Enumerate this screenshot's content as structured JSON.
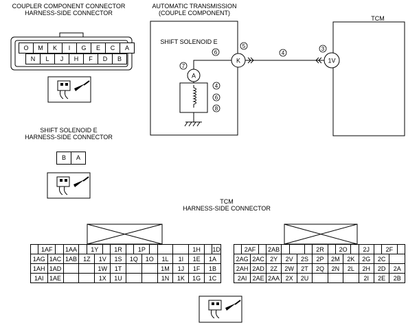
{
  "labels": {
    "coupler_title_line1": "COUPLER COMPONENT CONNECTOR",
    "coupler_title_line2": "HARNESS-SIDE CONNECTOR",
    "at_title_line1": "AUTOMATIC TRANSMISSION",
    "at_title_line2": "(COUPLE COMPONENT)",
    "shift_solenoid_label": "SHIFT SOLENOID E",
    "tcm_label": "TCM",
    "shift_conn_title_line1": "SHIFT SOLENOID E",
    "shift_conn_title_line2": "HARNESS-SIDE CONNECTOR",
    "tcm_conn_title_line1": "TCM",
    "tcm_conn_title_line2": "HARNESS-SIDE CONNECTOR"
  },
  "coupler_pins": {
    "top": [
      "O",
      "M",
      "K",
      "I",
      "G",
      "E",
      "C",
      "A"
    ],
    "bottom": [
      "N",
      "L",
      "J",
      "H",
      "F",
      "D",
      "B"
    ]
  },
  "shift_pins": [
    "B",
    "A"
  ],
  "schematic": {
    "terminal_a": "A",
    "terminal_k": "K",
    "terminal_1v": "1V",
    "num_7": "7",
    "num_6_top": "6",
    "num_5": "5",
    "num_4_wire": "4",
    "num_3": "3",
    "num_4_coil": "4",
    "num_6_coil": "6",
    "num_8": "8"
  },
  "tcm_left": [
    [
      "",
      "1AF",
      "",
      "1AA",
      "",
      "1Y",
      "",
      "1R",
      "",
      "1P",
      "",
      "",
      "",
      "1H",
      "",
      "1D"
    ],
    [
      "1AG",
      "1AC",
      "1AB",
      "1Z",
      "1V",
      "1S",
      "1Q",
      "1O",
      "1L",
      "1I",
      "1E",
      "1A"
    ],
    [
      "1AH",
      "1AD",
      "",
      "",
      "1W",
      "1T",
      "",
      "",
      "1M",
      "1J",
      "1F",
      "1B"
    ],
    [
      "1AI",
      "1AE",
      "",
      "",
      "1X",
      "1U",
      "",
      "",
      "1N",
      "1K",
      "1G",
      "1C"
    ]
  ],
  "tcm_right": [
    [
      "",
      "2AF",
      "",
      "2AB",
      "",
      "",
      "",
      "2R",
      "",
      "2O",
      "",
      "2J",
      "",
      "2F",
      "",
      ""
    ],
    [
      "2AG",
      "2AC",
      "2Y",
      "2V",
      "2S",
      "2P",
      "2M",
      "2K",
      "2G",
      "2C",
      ""
    ],
    [
      "2AH",
      "2AD",
      "2Z",
      "2W",
      "2T",
      "2Q",
      "2N",
      "2L",
      "2H",
      "2D",
      "2A"
    ],
    [
      "2AI",
      "2AE",
      "2AA",
      "2X",
      "2U",
      "",
      "",
      "",
      "2I",
      "2E",
      "2B"
    ]
  ]
}
